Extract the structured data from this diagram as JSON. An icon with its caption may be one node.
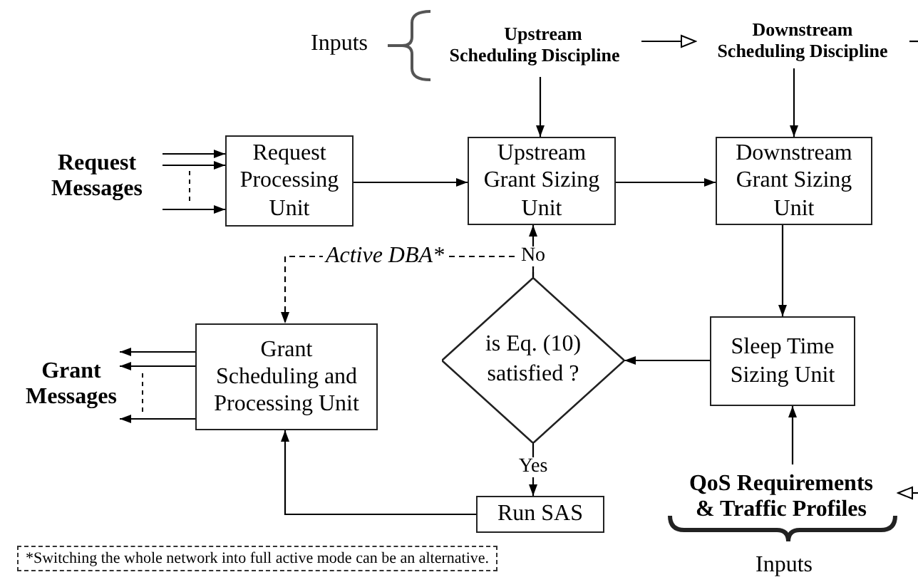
{
  "diagram": {
    "nodes": [
      {
        "text": [
          "Upstream Scheduling Discipline"
        ]
      },
      {
        "text": [
          "Downstream Scheduling Discipline"
        ]
      },
      {
        "text": [
          "Request Messages"
        ]
      },
      {
        "text": [
          "Request Processing Unit"
        ]
      },
      {
        "text": [
          "Upstream Grant Sizing Unit"
        ]
      },
      {
        "text": [
          "Downstream Grant Sizing Unit"
        ]
      },
      {
        "text": [
          "is Eq. (10) satisfied ?"
        ]
      },
      {
        "text": [
          "Sleep Time Sizing Unit"
        ]
      },
      {
        "text": [
          "Grant Scheduling and Processing Unit"
        ]
      },
      {
        "text": [
          "Grant Messages"
        ]
      },
      {
        "text": [
          "Run SAS"
        ]
      },
      {
        "text": [
          "QoS Requirements & Traffic Profiles"
        ]
      }
    ],
    "edges": [
      {
        "from": 2,
        "to": 3,
        "arrow": "to"
      },
      {
        "from": 2,
        "to": 3,
        "arrow": "to"
      },
      {
        "from": 2,
        "to": 3,
        "arrow": "to"
      },
      {
        "from": 3,
        "to": 4,
        "arrow": "to"
      },
      {
        "from": 4,
        "to": 5,
        "arrow": "to"
      },
      {
        "from": 0,
        "to": 4,
        "arrow": "to"
      },
      {
        "from": 1,
        "to": 5,
        "arrow": "to"
      },
      {
        "from": 0,
        "to": 1,
        "arrow": "to"
      },
      {
        "from": 1,
        "to": null,
        "arrow": "none"
      },
      {
        "from": 5,
        "to": 7,
        "arrow": "to"
      },
      {
        "from": 7,
        "to": 6,
        "arrow": "to"
      },
      {
        "from": 6,
        "to": 4,
        "arrow": "to",
        "label": "No"
      },
      {
        "from": 6,
        "to": 8,
        "arrow": "to",
        "label": "Active DBA*",
        "style": "dashed"
      },
      {
        "from": 6,
        "to": 10,
        "arrow": "to",
        "label": "Yes"
      },
      {
        "from": 10,
        "to": 8,
        "arrow": "to"
      },
      {
        "from": 8,
        "to": 9,
        "arrow": "to"
      },
      {
        "from": 8,
        "to": 9,
        "arrow": "to"
      },
      {
        "from": 8,
        "to": 9,
        "arrow": "to"
      },
      {
        "from": null,
        "to": 11,
        "arrow": "to"
      },
      {
        "from": 11,
        "to": 7,
        "arrow": "to"
      }
    ],
    "labels": [
      "Inputs",
      "*Switching the whole network into full active mode can be an alternative.",
      "Inputs"
    ]
  }
}
